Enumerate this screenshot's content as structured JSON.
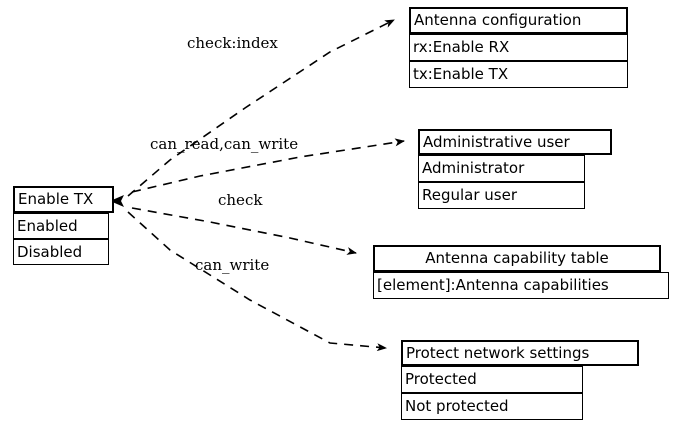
{
  "diagram": {
    "type": "dependency-graph",
    "background": "#ffffff",
    "line_color": "#000000",
    "nodes": [
      {
        "id": "enable-tx",
        "title": "Enable TX",
        "rows": [
          "Enabled",
          "Disabled"
        ]
      },
      {
        "id": "antenna-configuration",
        "title": "Antenna configuration",
        "rows": [
          "rx:Enable RX",
          "tx:Enable TX"
        ]
      },
      {
        "id": "administrative-user",
        "title": "Administrative user",
        "rows": [
          "Administrator",
          "Regular user"
        ]
      },
      {
        "id": "antenna-capability-table",
        "title": "Antenna capability table",
        "rows": [
          "[element]:Antenna capabilities"
        ]
      },
      {
        "id": "protect-network-settings",
        "title": "Protect network settings",
        "rows": [
          "Protected",
          "Not protected"
        ]
      }
    ],
    "edges": [
      {
        "id": "edge-check-index",
        "label": "check:index",
        "from": "enable-tx",
        "to": "antenna-configuration"
      },
      {
        "id": "edge-can-read-can-write",
        "label": "can_read,can_write",
        "from": "enable-tx",
        "to": "administrative-user"
      },
      {
        "id": "edge-check",
        "label": "check",
        "from": "enable-tx",
        "to": "antenna-capability-table"
      },
      {
        "id": "edge-can-write",
        "label": "can_write",
        "from": "enable-tx",
        "to": "protect-network-settings"
      }
    ]
  }
}
